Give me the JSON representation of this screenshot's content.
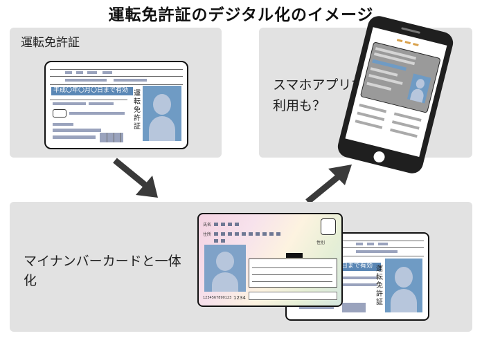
{
  "title": "運転免許証のデジタル化のイメージ",
  "license_panel": {
    "label": "運転免許証",
    "card": {
      "validity_text": "平成〇年〇月〇日まで有効",
      "vertical_label": "運転免許証"
    }
  },
  "phone_panel": {
    "label": "スマホアプリで利用も？"
  },
  "mynumber_panel": {
    "label": "マイナンバーカードと一体化",
    "card": {
      "name_label": "氏名",
      "address_label": "住所",
      "sex_label": "性別",
      "card_number": "1234",
      "small_digits": "1234567890123"
    },
    "license_card": {
      "validity_text": "日まで有効",
      "vertical_label": "運転免許証"
    }
  },
  "colors": {
    "panel_bg": "#e2e2e2",
    "photo_blue": "#6f9bc4",
    "strip_blue": "#5a87b5",
    "arrow": "#3a3a3a"
  },
  "icons": [
    "arrow-down-right-icon",
    "arrow-up-right-icon",
    "smartphone-icon"
  ]
}
